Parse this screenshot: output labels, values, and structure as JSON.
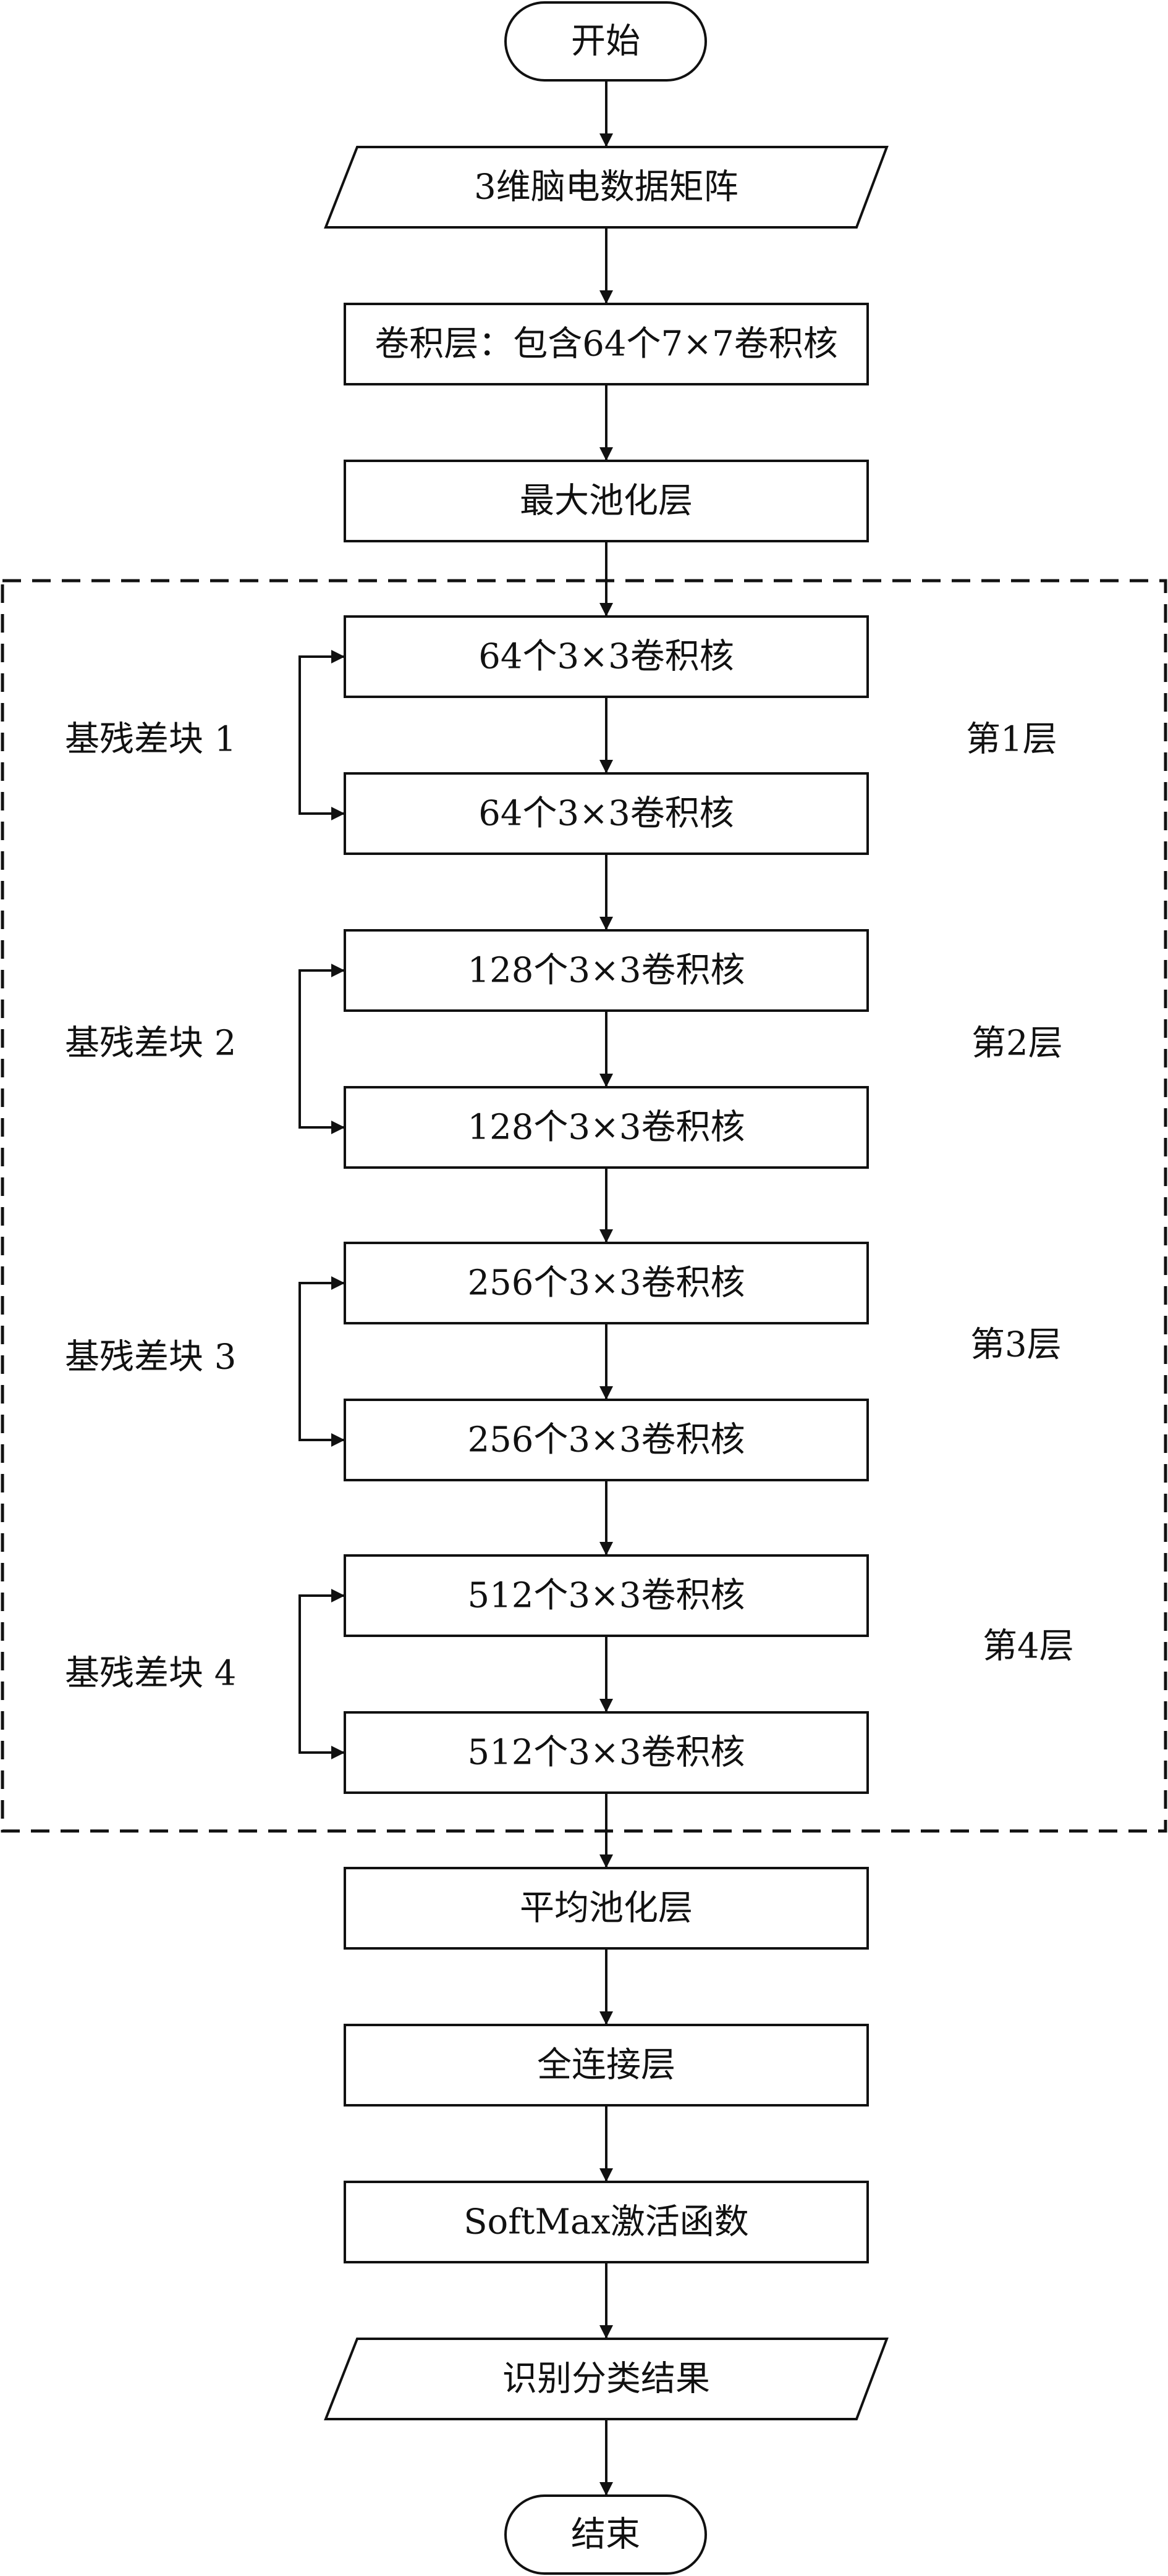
{
  "flowchart": {
    "start": "开始",
    "input": "3维脑电数据矩阵",
    "conv": "卷积层：包含64个7×7卷积核",
    "maxpool": "最大池化层",
    "blocks": [
      {
        "label": "基残差块 1",
        "layer": "第1层",
        "conv1": "64个3×3卷积核",
        "conv2": "64个3×3卷积核"
      },
      {
        "label": "基残差块 2",
        "layer": "第2层",
        "conv1": "128个3×3卷积核",
        "conv2": "128个3×3卷积核"
      },
      {
        "label": "基残差块 3",
        "layer": "第3层",
        "conv1": "256个3×3卷积核",
        "conv2": "256个3×3卷积核"
      },
      {
        "label": "基残差块 4",
        "layer": "第4层",
        "conv1": "512个3×3卷积核",
        "conv2": "512个3×3卷积核"
      }
    ],
    "avgpool": "平均池化层",
    "fc": "全连接层",
    "softmax": "SoftMax激活函数",
    "output": "识别分类结果",
    "end": "结束"
  }
}
